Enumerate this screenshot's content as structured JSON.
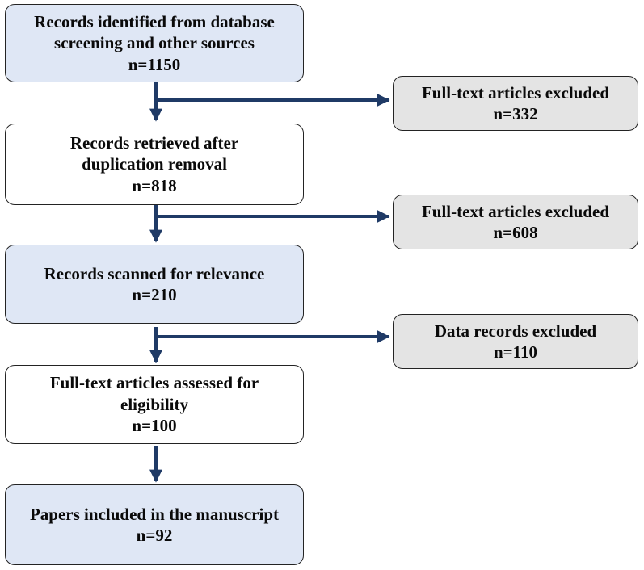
{
  "flow": {
    "steps": [
      {
        "lines": [
          "Records identified from database",
          "screening and other sources"
        ],
        "count": "n=1150"
      },
      {
        "lines": [
          "Records retrieved after",
          "duplication removal"
        ],
        "count": "n=818"
      },
      {
        "lines": [
          "Records scanned for relevance"
        ],
        "count": "n=210"
      },
      {
        "lines": [
          "Full-text articles assessed for",
          "eligibility"
        ],
        "count": "n=100"
      },
      {
        "lines": [
          "Papers included in the manuscript"
        ],
        "count": "n=92"
      }
    ],
    "exclusions": [
      {
        "label": "Full-text articles excluded",
        "count": "n=332"
      },
      {
        "label": "Full-text articles excluded",
        "count": "n=608"
      },
      {
        "label": "Data records excluded",
        "count": "n=110"
      }
    ]
  },
  "colors": {
    "step_fill_highlight": "#dfe7f5",
    "step_fill_plain": "#ffffff",
    "exclusion_fill": "#e4e4e4",
    "arrow": "#1f3a66",
    "border": "#232323"
  }
}
